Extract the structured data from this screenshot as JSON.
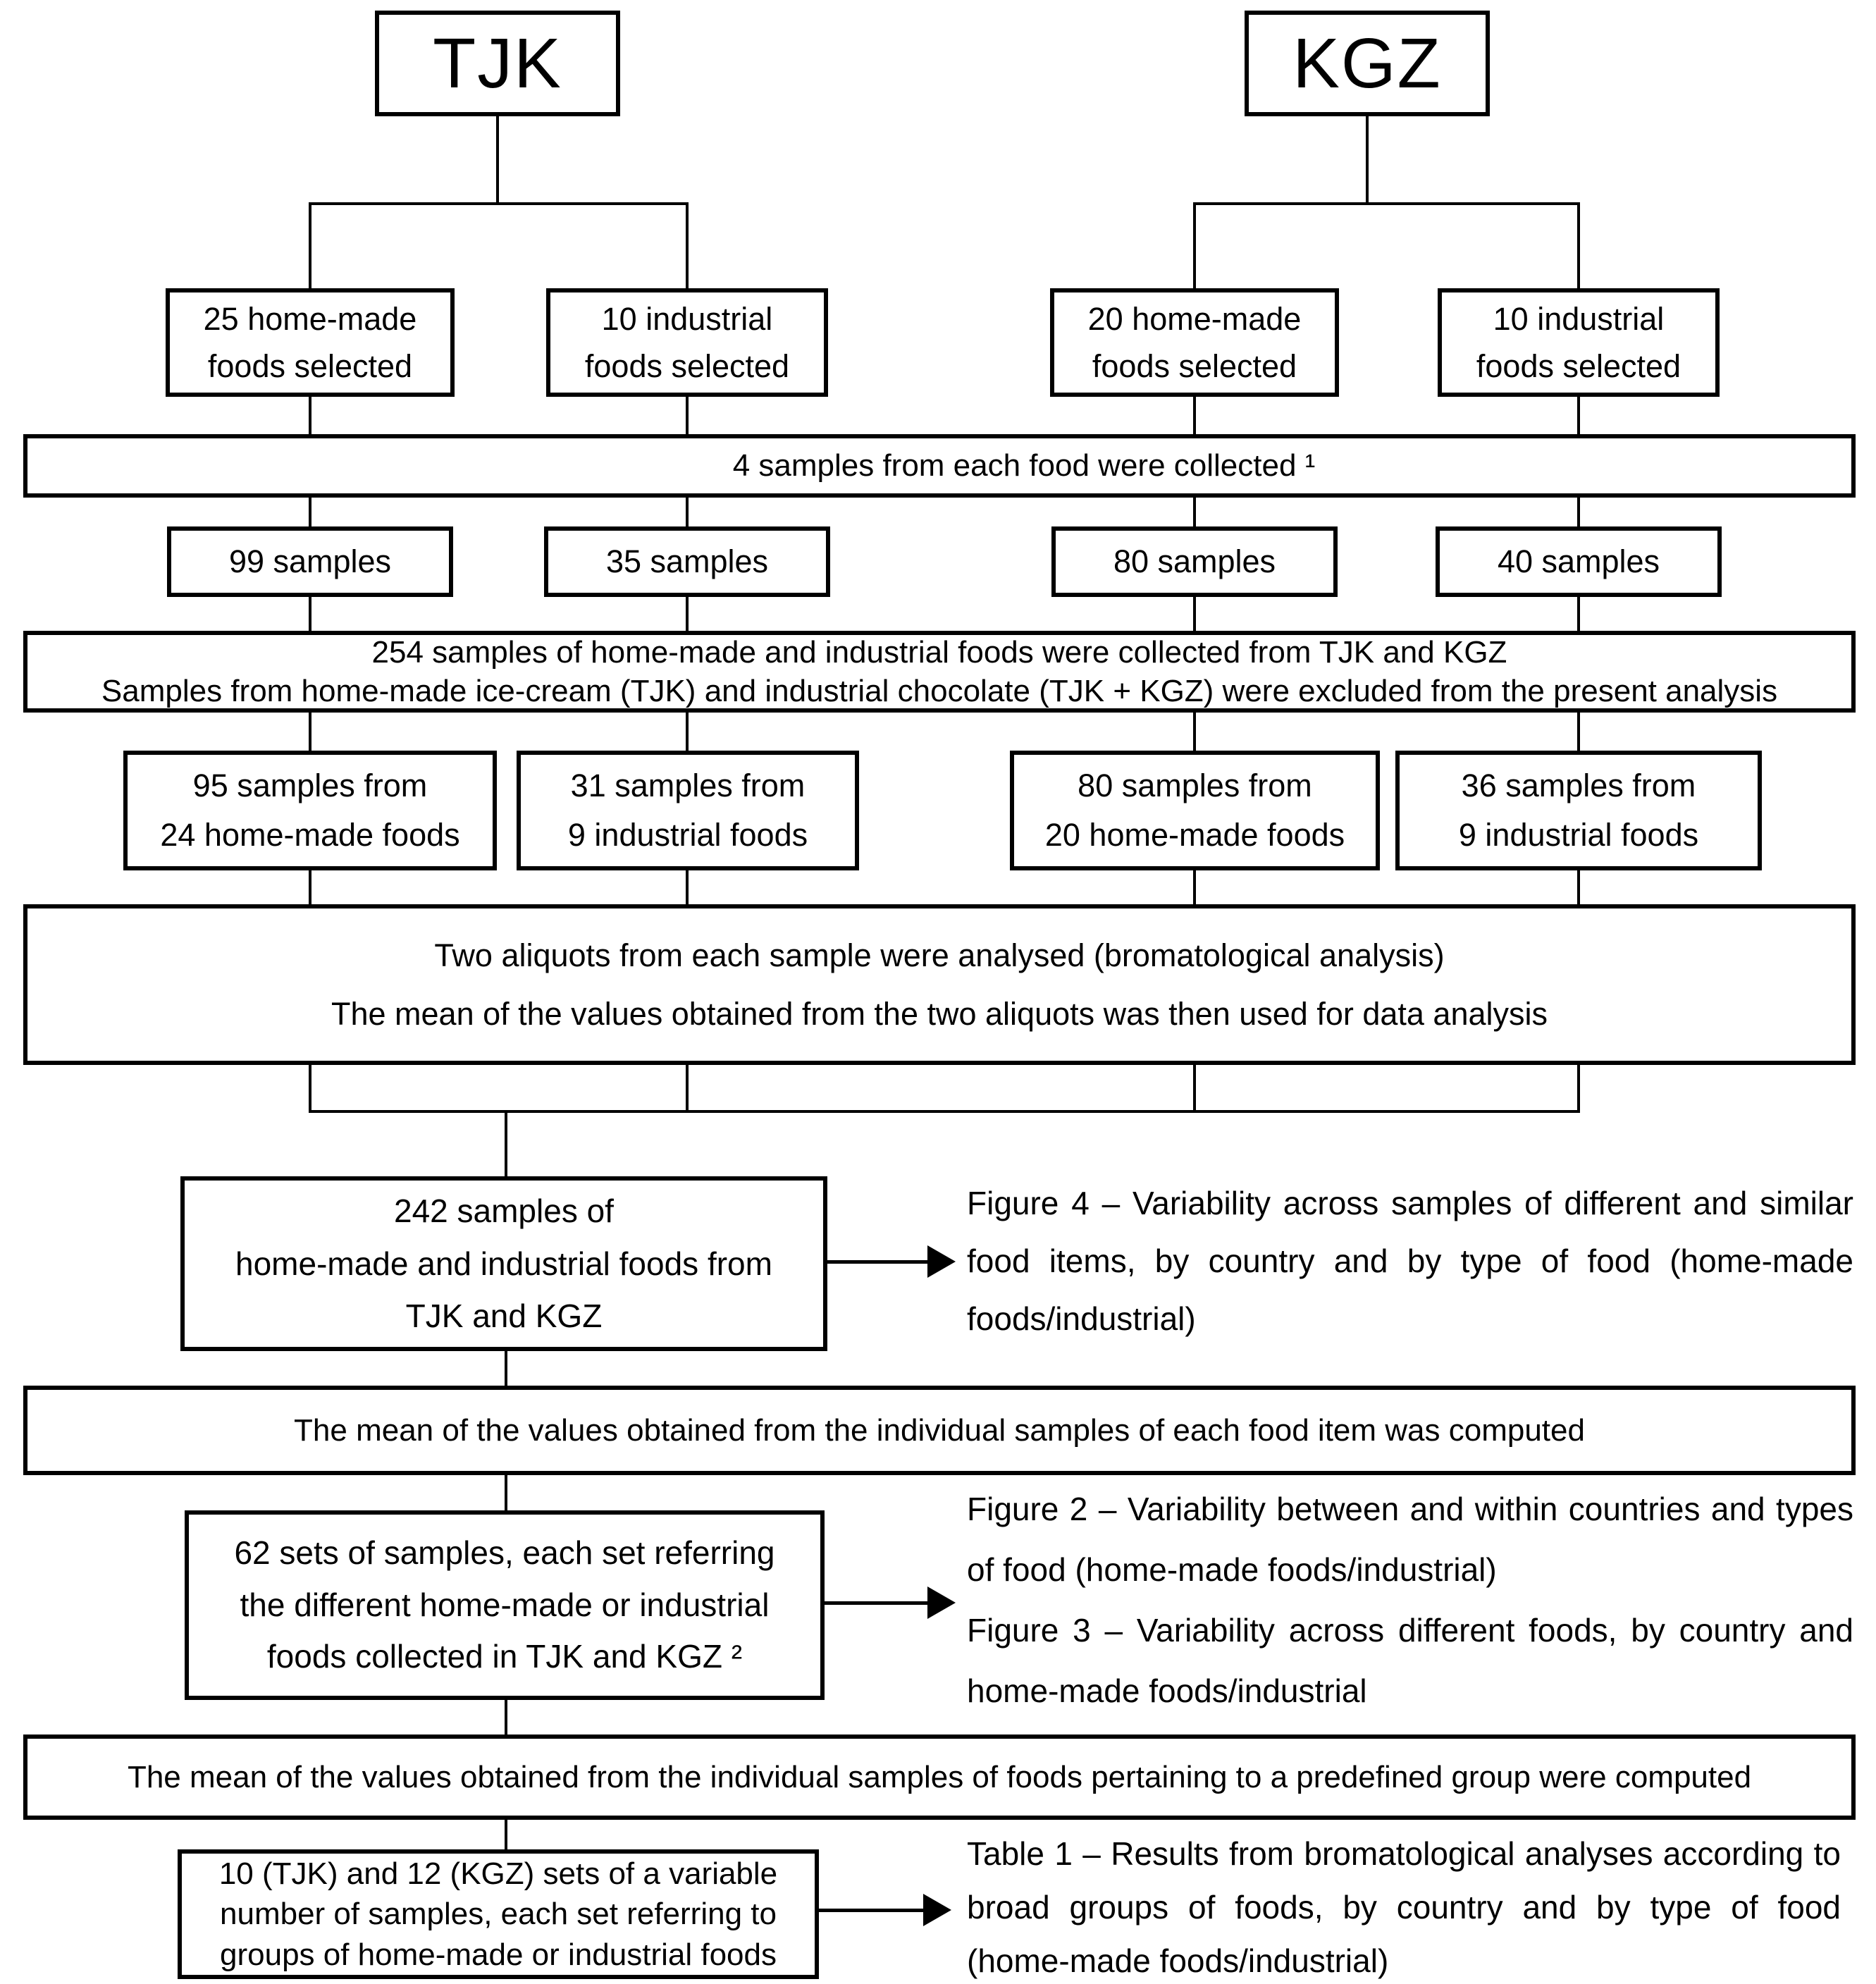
{
  "page": {
    "background": "#ffffff",
    "ink": "#000000"
  },
  "top": {
    "left_country": "TJK",
    "right_country": "KGZ"
  },
  "selected_row": [
    "25 home-made\nfoods selected",
    "10 industrial\nfoods selected",
    "20 home-made\nfoods selected",
    "10 industrial\nfoods selected"
  ],
  "collected_band": "4 samples from each food were collected ¹",
  "samples_row": [
    "99 samples",
    "35 samples",
    "80 samples",
    "40 samples"
  ],
  "pooled_band": "254 samples of home-made and industrial foods were collected from TJK and KGZ\nSamples from home-made ice-cream (TJK) and industrial chocolate (TJK + KGZ) were excluded from the present analysis",
  "samples_from_row": [
    "95 samples from\n24 home-made foods",
    "31 samples from\n9 industrial foods",
    "80 samples from\n20 home-made foods",
    "36 samples from\n9 industrial foods"
  ],
  "aliquots_band": "Two aliquots from each sample were analysed (bromatological analysis)\nThe mean of the values obtained from the two aliquots was then used for data analysis",
  "result_242_box": "242 samples of\nhome-made and industrial foods from\nTJK and KGZ",
  "figure4_caption": "Figure 4 – Variability across samples of different and similar food items, by country and by type of food (home-made foods/industrial)",
  "mean_item_band": "The mean of the values obtained from the individual samples of each food item was computed",
  "sets_62_box": "62 sets of samples, each set referring\nthe different home-made or industrial\nfoods collected in TJK and KGZ ²",
  "figures23_caption": "Figure 2 – Variability between and within countries and types of food (home-made foods/industrial)\nFigure 3 – Variability across different foods, by country and home-made foods/industrial",
  "mean_group_band": "The mean of the values obtained from the individual samples of foods pertaining to a predefined group were computed",
  "sets_10_12_box": "10 (TJK) and 12 (KGZ) sets of a variable\nnumber of samples, each set referring to\ngroups of home-made or industrial foods",
  "table1_caption": "Table 1 – Results from bromatological analyses according to broad groups of foods, by country and by type of food (home-made foods/industrial)"
}
